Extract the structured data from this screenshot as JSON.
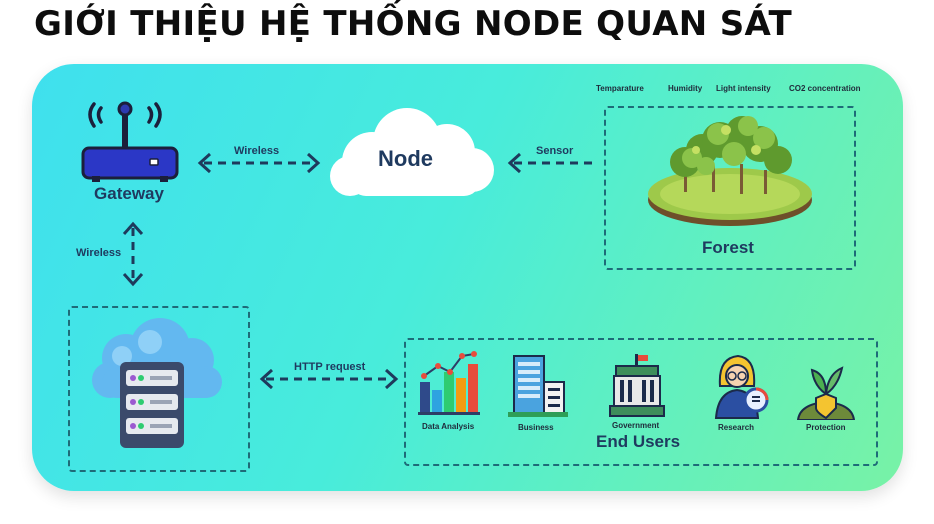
{
  "title": "GIỚI THIỆU HỆ THỐNG NODE QUAN SÁT",
  "gateway": {
    "label": "Gateway"
  },
  "node": {
    "label": "Node"
  },
  "forest": {
    "label": "Forest"
  },
  "links": {
    "gateway_node": "Wireless",
    "node_forest": "Sensor",
    "gateway_server": "Wireless",
    "server_users": "HTTP request"
  },
  "sensors": [
    "Temparature",
    "Humidity",
    "Light intensity",
    "CO2 concentration"
  ],
  "end_users": {
    "title": "End Users",
    "items": [
      "Data Analysis",
      "Business",
      "Government",
      "Research",
      "Protection"
    ]
  }
}
